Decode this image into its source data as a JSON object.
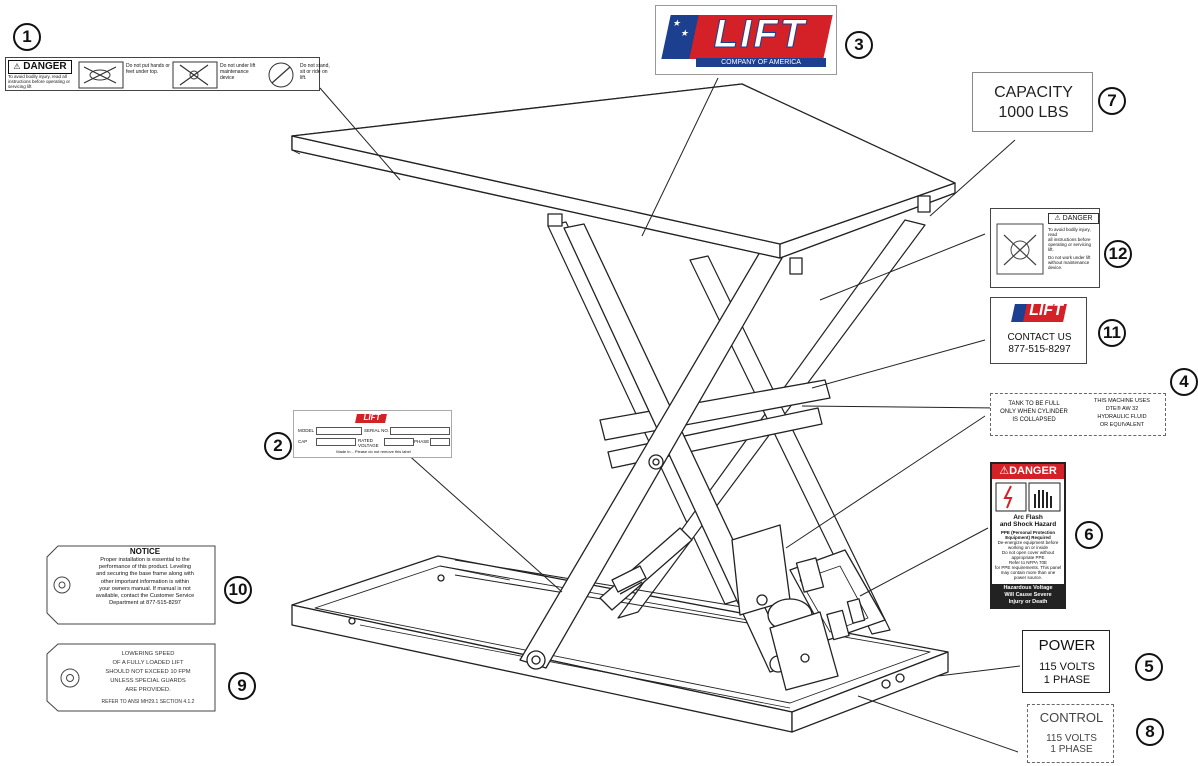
{
  "brand": {
    "blue": "#1d3f8f",
    "red": "#d42027",
    "logo_text": "LIFT",
    "logo_subtext": "COMPANY OF AMERICA"
  },
  "callouts": [
    "1",
    "2",
    "3",
    "4",
    "5",
    "6",
    "7",
    "8",
    "9",
    "10",
    "11",
    "12"
  ],
  "decal_1_danger_strip": {
    "header": "DANGER",
    "intro": "To avoid bodily injury, read all instructions before operating or servicing lift",
    "panel_a": "Do not put hands or feet under top.",
    "panel_b": "Do not under lift maintenance device",
    "panel_c": "Do not stand, sit or ride on lift."
  },
  "decal_2_nameplate": {
    "logo": "LIFT",
    "fields": [
      "MODEL",
      "SERIAL NO.",
      "CAP",
      "RATED VOLTAGE",
      "PHASE"
    ],
    "footer": "Made in... Please do not remove this label"
  },
  "decal_3_logo": {
    "logo": "LIFT",
    "sub": "COMPANY OF AMERICA"
  },
  "decal_4_hydraulic": {
    "left": [
      "TANK TO BE FULL",
      "ONLY WHEN CYLINDER",
      "IS COLLAPSED"
    ],
    "right": [
      "THIS MACHINE USES",
      "DTE® AW 32",
      "HYDRAULIC FLUID",
      "OR EQUIVALENT"
    ]
  },
  "decal_5_power": {
    "title": "POWER",
    "lines": [
      "115 VOLTS",
      "1 PHASE"
    ]
  },
  "decal_6_arcflash": {
    "header": "DANGER",
    "title_lines": [
      "Arc Flash",
      "and Shock Hazard"
    ],
    "body_lines": [
      "PPE (Personal Protection",
      "Equipment) Required",
      "De-energize equipment before",
      "working on or inside",
      "Do not open cover without",
      "appropriate PPE",
      "Refer to NFPA 70E",
      "for PPE requirements. This panel",
      "may contain more than one",
      "power source."
    ],
    "footer_lines": [
      "Hazardous Voltage",
      "Will Cause Severe",
      "Injury or Death"
    ]
  },
  "decal_7_capacity": {
    "lines": [
      "CAPACITY",
      "1000  LBS"
    ]
  },
  "decal_8_control": {
    "title": "CONTROL",
    "lines": [
      "115  VOLTS",
      "1 PHASE"
    ]
  },
  "decal_9_lowering": {
    "lines": [
      "LOWERING SPEED",
      "OF A FULLY LOADED LIFT",
      "SHOULD NOT EXCEED 10 FPM",
      "UNLESS SPECIAL GUARDS",
      "ARE PROVIDED."
    ],
    "ref": "REFER TO  ANSI MH29.1 SECTION  4.1.2"
  },
  "decal_10_notice": {
    "title": "NOTICE",
    "lines": [
      "Proper installation is essential to the",
      "performance of this product. Leveling",
      "and securing the base frame along with",
      "other important information is within",
      "your owners manual. If manual is not",
      "available, contact the Customer Service",
      "Department at 877-515-8297"
    ]
  },
  "decal_11_contact": {
    "logo": "LIFT",
    "lines": [
      "CONTACT US",
      "877-515-8297"
    ]
  },
  "decal_12_danger": {
    "header": "DANGER",
    "lines": [
      "To avoid bodily injury, read",
      "all instructions before",
      "operating or servicing lift.",
      "Do not work under lift",
      "without maintenance",
      "device."
    ]
  }
}
